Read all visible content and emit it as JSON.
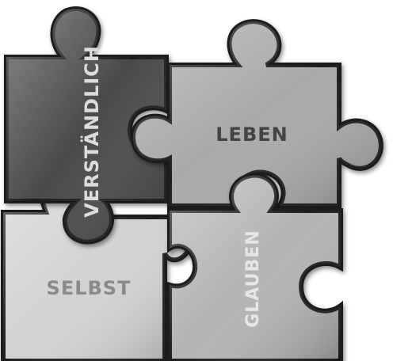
{
  "pieces": {
    "top_left": {
      "label": "VERSTÄNDLICH",
      "color": "#4a4a4a",
      "text_color": "#dcdcdc"
    },
    "top_right": {
      "label": "LEBEN",
      "color": "#a9a9a9",
      "text_color": "#444444"
    },
    "bottom_left": {
      "label": "SELBST",
      "color": "#d2d2d2",
      "text_color": "#8a8a8a"
    },
    "bottom_right": {
      "label": "GLAUBEN",
      "color": "#b4b4b4",
      "text_color": "#e6e6e6"
    }
  },
  "colors": {
    "background": "#ffffff",
    "outline": "#1e1e1e"
  }
}
